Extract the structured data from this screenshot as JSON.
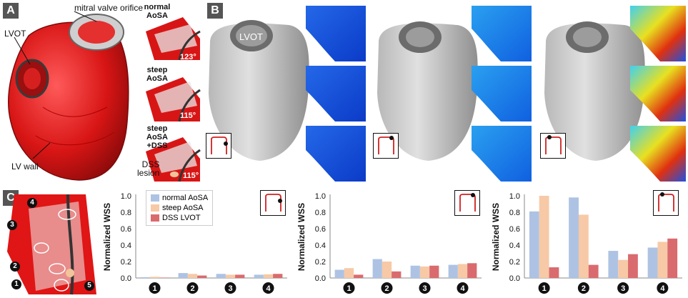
{
  "panels": {
    "a": "A",
    "b": "B",
    "c": "C"
  },
  "panel_a": {
    "mitral_label": "mitral valve orifice",
    "lvot_label": "LVOT",
    "lvwall_label": "LV wall",
    "dss_label_line1": "DSS",
    "dss_label_line2": "lesion",
    "variants": [
      {
        "line1": "normal",
        "line2": "AoSA",
        "angle": "123°"
      },
      {
        "line1": "steep",
        "line2": "AoSA",
        "angle": "115°"
      },
      {
        "line1": "steep",
        "line2": "AoSA",
        "line3": "+DSS",
        "angle": "115°"
      }
    ]
  },
  "panel_b": {
    "lvot_label": "LVOT"
  },
  "panel_c": {
    "markers": [
      "1",
      "2",
      "3",
      "4",
      "5"
    ]
  },
  "colors": {
    "normal": "#aec3e3",
    "steep": "#f7c9a6",
    "dss": "#d96b6e",
    "tissue": "#e01515"
  },
  "chart_data": [
    {
      "type": "bar",
      "categories": [
        "1",
        "2",
        "3",
        "4"
      ],
      "series": [
        {
          "name": "normal AoSA",
          "values": [
            0.01,
            0.06,
            0.05,
            0.04
          ]
        },
        {
          "name": "steep AoSA",
          "values": [
            0.015,
            0.05,
            0.04,
            0.045
          ]
        },
        {
          "name": "DSS LVOT",
          "values": [
            0.005,
            0.03,
            0.04,
            0.05
          ]
        }
      ],
      "ylabel": "Normalized WSS",
      "ylim": [
        0,
        1.0
      ],
      "yticks": [
        "0.0",
        "0.2",
        "0.4",
        "0.6",
        "0.8",
        "1.0"
      ],
      "legend": "top-left"
    },
    {
      "type": "bar",
      "categories": [
        "1",
        "2",
        "3",
        "4"
      ],
      "series": [
        {
          "name": "normal AoSA",
          "values": [
            0.1,
            0.23,
            0.15,
            0.16
          ]
        },
        {
          "name": "steep AoSA",
          "values": [
            0.12,
            0.2,
            0.14,
            0.17
          ]
        },
        {
          "name": "DSS LVOT",
          "values": [
            0.04,
            0.08,
            0.15,
            0.18
          ]
        }
      ],
      "ylabel": "Normalized WSS",
      "ylim": [
        0,
        1.0
      ],
      "yticks": [
        "0.0",
        "0.2",
        "0.4",
        "0.6",
        "0.8",
        "1.0"
      ]
    },
    {
      "type": "bar",
      "categories": [
        "1",
        "2",
        "3",
        "4"
      ],
      "series": [
        {
          "name": "normal AoSA",
          "values": [
            0.81,
            0.98,
            0.33,
            0.37
          ]
        },
        {
          "name": "steep AoSA",
          "values": [
            1.0,
            0.77,
            0.22,
            0.44
          ]
        },
        {
          "name": "DSS LVOT",
          "values": [
            0.13,
            0.16,
            0.29,
            0.48
          ]
        }
      ],
      "ylabel": "Normalized WSS",
      "ylim": [
        0,
        1.0
      ],
      "yticks": [
        "0.0",
        "0.2",
        "0.4",
        "0.6",
        "0.8",
        "1.0"
      ]
    }
  ]
}
